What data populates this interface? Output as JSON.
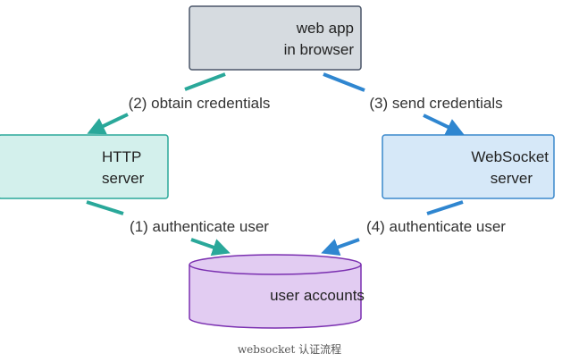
{
  "nodes": {
    "web_app": {
      "line1": "web app",
      "line2": "in browser",
      "fill": "#d6dbe0",
      "stroke": "#4a5568"
    },
    "http_server": {
      "line1": "HTTP",
      "line2": "server",
      "fill": "#d3f0ec",
      "stroke": "#2aa89a"
    },
    "websocket_server": {
      "line1": "WebSocket",
      "line2": "server",
      "fill": "#d6e8f8",
      "stroke": "#3a88cc"
    },
    "user_accounts": {
      "label": "user accounts",
      "fill": "#e2ccf2",
      "stroke": "#7a2fb0"
    }
  },
  "edges": {
    "obtain_credentials": {
      "label": "(2) obtain credentials",
      "color": "#2aa89a"
    },
    "send_credentials": {
      "label": "(3) send credentials",
      "color": "#2f86d0"
    },
    "authenticate_http": {
      "label": "(1) authenticate user",
      "color": "#2aa89a"
    },
    "authenticate_ws": {
      "label": "(4) authenticate user",
      "color": "#2f86d0"
    }
  },
  "caption": "websocket 认证流程"
}
